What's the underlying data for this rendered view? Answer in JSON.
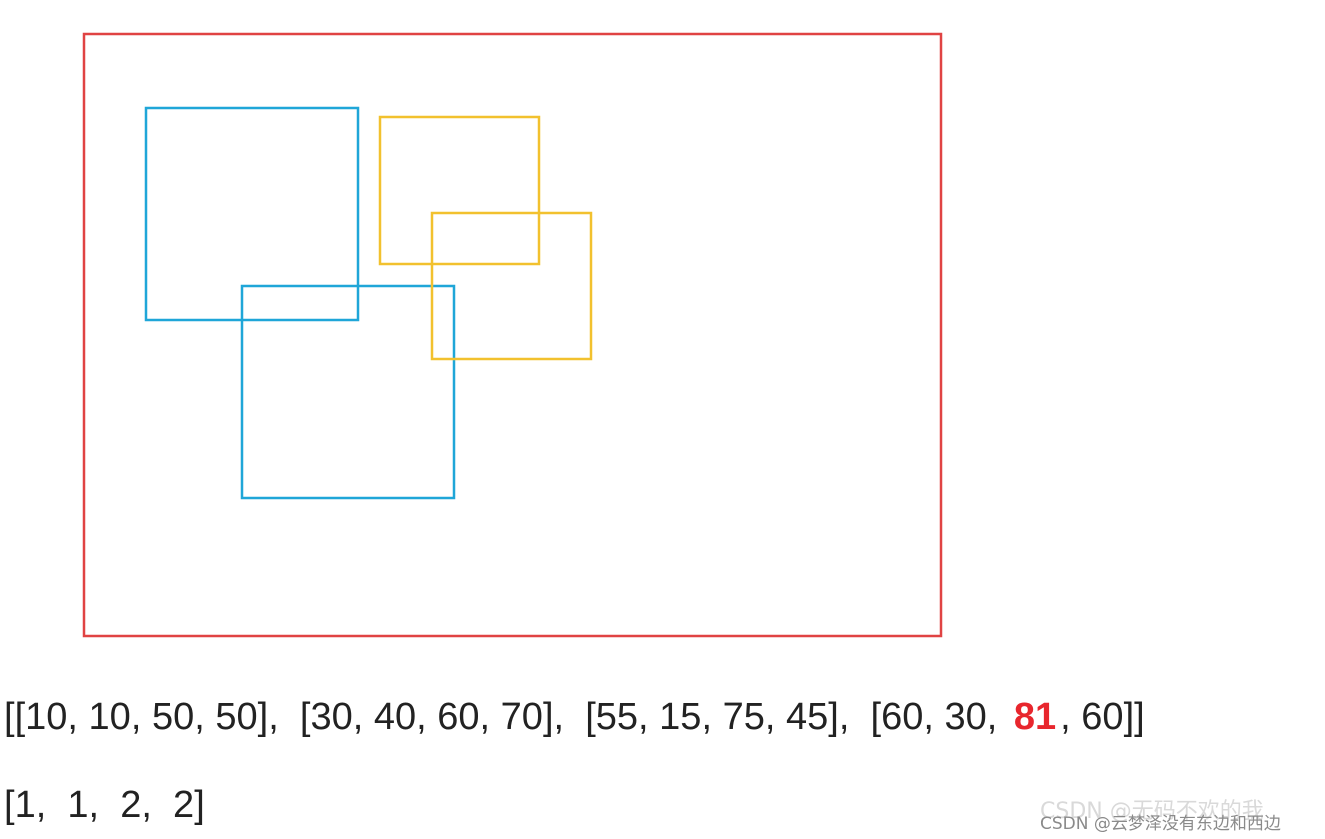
{
  "diagram": {
    "image_rect_color": "#e04343",
    "group_colors": [
      "#1fa6d8",
      "#f2c12e"
    ]
  },
  "boxes_text": {
    "open": "[",
    "boxes": [
      {
        "parts": [
          "10",
          "10",
          "50",
          "50"
        ]
      },
      {
        "parts": [
          "30",
          "40",
          "60",
          "70"
        ]
      },
      {
        "parts": [
          "55",
          "15",
          "75",
          "45"
        ]
      },
      {
        "parts": [
          "60",
          "30",
          "81",
          "60"
        ],
        "highlight_index": 2
      }
    ],
    "close": "]",
    "highlight_color": "#e8262d"
  },
  "labels_text": {
    "values": [
      "1",
      "1",
      "2",
      "2"
    ]
  },
  "watermark": {
    "back": "CSDN @无码不欢的我",
    "front": "CSDN @云梦泽没有东边和西边"
  }
}
